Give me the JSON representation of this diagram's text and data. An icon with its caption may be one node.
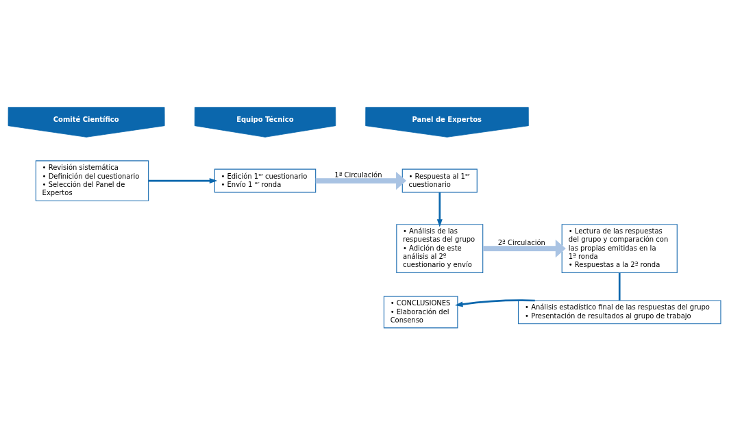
{
  "diagram": {
    "nodes": [
      {
        "text": [
          "Comité Científico"
        ]
      },
      {
        "text": [
          "Equipo Técnico"
        ]
      },
      {
        "text": [
          "Panel de Expertos"
        ]
      },
      {
        "text": [
          "• Revisión sistemática",
          "• Definición del cuestionario",
          "• Selección del Panel de Expertos"
        ]
      },
      {
        "text": [
          "• Edición 1ᵉʳ cuestionario",
          "• Envío 1 ᵉʳ ronda"
        ]
      },
      {
        "text": [
          "• Respuesta al 1ᵉʳ cuestionario"
        ]
      },
      {
        "text": [
          "• Análisis de las respuestas del grupo",
          "• Adición de este análisis al 2º cuestionario y envío"
        ]
      },
      {
        "text": [
          "• Lectura de las respuestas del grupo y comparación con las propias emitidas en la 1ª ronda",
          "• Respuestas a la 2ª ronda"
        ]
      },
      {
        "text": [
          "• Análisis estadístico final de las respuestas del grupo",
          "• Presentación de resultados al grupo de trabajo"
        ]
      },
      {
        "text": [
          "• CONCLUSIONES",
          "• Elaboración del Consenso"
        ]
      }
    ],
    "edges": [
      {
        "from": 3,
        "to": 4,
        "arrow": "to"
      },
      {
        "from": 4,
        "to": 5,
        "arrow": "to",
        "label": "1ª Circulación",
        "style": "thick",
        "color": "#a9c3e3"
      },
      {
        "from": 5,
        "to": 6,
        "arrow": "to"
      },
      {
        "from": 6,
        "to": 7,
        "arrow": "to",
        "label": "2ª Circulación",
        "style": "thick",
        "color": "#a9c3e3"
      },
      {
        "from": 7,
        "to": 8,
        "arrow": "none"
      },
      {
        "from": 8,
        "to": 9,
        "arrow": "to"
      }
    ]
  }
}
